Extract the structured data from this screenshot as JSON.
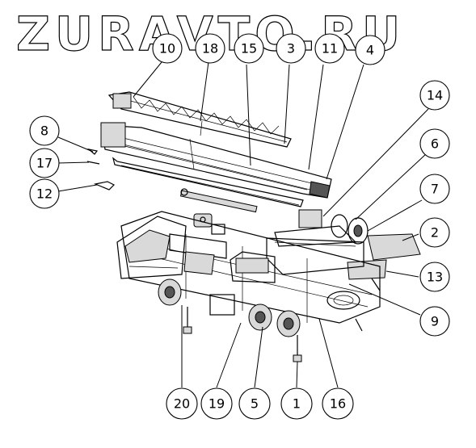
{
  "watermark": "ZURAVTO.RU",
  "callouts": [
    {
      "id": "c10",
      "label": "10"
    },
    {
      "id": "c18",
      "label": "18"
    },
    {
      "id": "c15",
      "label": "15"
    },
    {
      "id": "c3",
      "label": "3"
    },
    {
      "id": "c11",
      "label": "11"
    },
    {
      "id": "c4",
      "label": "4"
    },
    {
      "id": "c14",
      "label": "14"
    },
    {
      "id": "c6",
      "label": "6"
    },
    {
      "id": "c7",
      "label": "7"
    },
    {
      "id": "c2",
      "label": "2"
    },
    {
      "id": "c13",
      "label": "13"
    },
    {
      "id": "c9",
      "label": "9"
    },
    {
      "id": "c8",
      "label": "8"
    },
    {
      "id": "c17",
      "label": "17"
    },
    {
      "id": "c12",
      "label": "12"
    },
    {
      "id": "c20",
      "label": "20"
    },
    {
      "id": "c19",
      "label": "19"
    },
    {
      "id": "c5",
      "label": "5"
    },
    {
      "id": "c1",
      "label": "1"
    },
    {
      "id": "c16",
      "label": "16"
    }
  ]
}
